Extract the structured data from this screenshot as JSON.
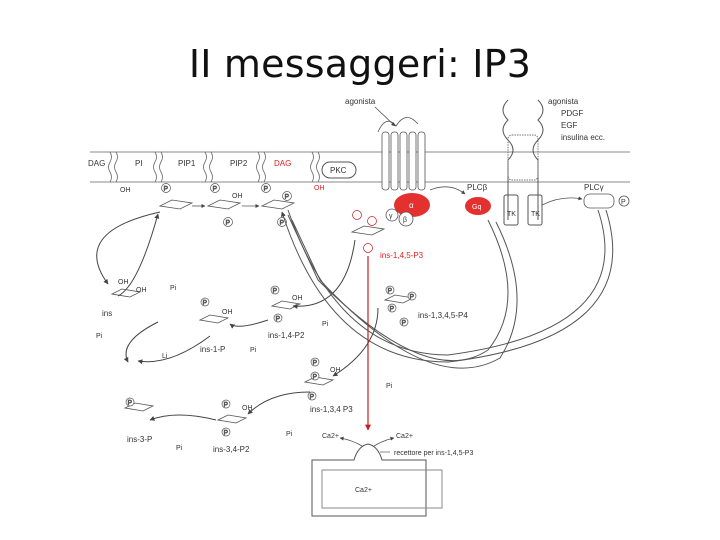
{
  "slide": {
    "title": "II messaggeri: IP3"
  },
  "diagram": {
    "receptor": {
      "agonist_label": "agonista"
    },
    "rtk": {
      "agonist_label": "agonista",
      "ligands": [
        "PDGF",
        "EGF",
        "insulina ecc."
      ],
      "tk_label": "TK"
    },
    "membrane": {
      "lipids": [
        "DAG",
        "PI",
        "PIP1",
        "PIP2"
      ],
      "dag_red": "DAG",
      "oh": "OH",
      "pkc": "PKC",
      "plc_beta": "PLCβ",
      "plc_gamma": "PLCγ",
      "g_alpha": "α",
      "g_beta": "β",
      "g_gamma": "γ",
      "gq": "Gq"
    },
    "p_symbol": "P",
    "metabolites": {
      "ins145": "ins-1,4,5-P3",
      "ins1345": "ins-1,3,4,5-P4",
      "ins14": "ins-1,4-P2",
      "ins1": "ins-1-P",
      "ins": "ins",
      "ins134": "ins-1,3,4 P3",
      "ins34": "ins-3,4-P2",
      "ins3": "ins-3-P"
    },
    "labels": {
      "pi": "Pi",
      "li": "Li",
      "oh": "OH",
      "ca_top_left": "Ca2+",
      "ca_top_right": "Ca2+",
      "ca_inside": "Ca2+",
      "receptor_ip3": "recettore per ins-1,4,5-P3"
    },
    "colors": {
      "accent_red": "#e02020",
      "gq_red": "#e53030",
      "line": "#555555"
    }
  }
}
